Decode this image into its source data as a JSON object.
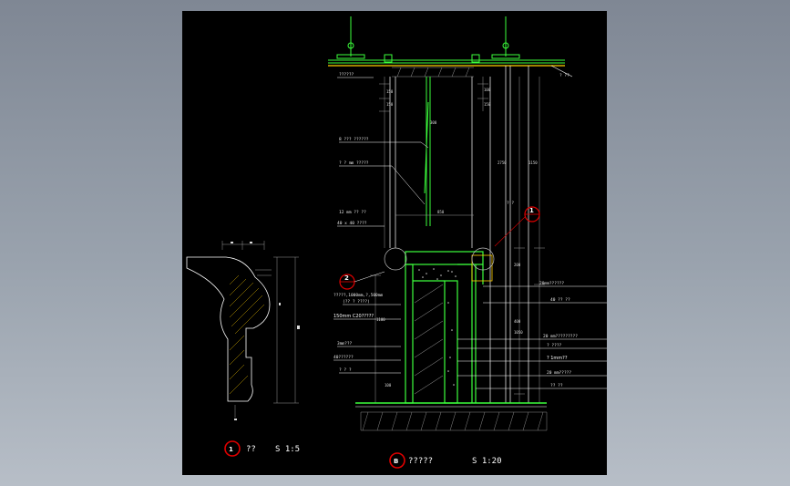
{
  "colors": {
    "viewport_bg": "#000000",
    "outline": "#ffffff",
    "structure": "#3cff3c",
    "accent": "#ffd000",
    "callout": "#e00000",
    "dim_line": "#9a9a9a"
  },
  "labels": {
    "top_note": "??????",
    "note_wall_1": "8 ??? ??????",
    "note_wall_2": "? ? mm ?????",
    "note_cap_1": "12 mm ?? ??",
    "note_cap_2": "40 x 40 ????",
    "note_bench_1": "?????,1000mm,?,500mm",
    "note_bench_2": "(?? ? ????)",
    "note_concrete": "150mm C20?????",
    "note_3mm": "3mm???",
    "note_40": "40??????",
    "note_plain": "? ? ?",
    "note_right_1": "20mm??????",
    "note_right_2": "40 ?? ??",
    "note_right_3": "20 mm?????????",
    "note_right_4": "? ????",
    "note_right_5": "? 1mm??",
    "note_right_6": "20 mm?????",
    "note_right_7": "?? ??",
    "note_side": "? ?",
    "note_corner": "? ??"
  },
  "dims": {
    "d150a": "150",
    "d150b": "150",
    "d100a": "100",
    "d300": "300",
    "d850": "850",
    "d150c": "150",
    "d200": "200",
    "d400": "400",
    "d1050": "1050",
    "d1150": "1150",
    "d2750": "2750",
    "d100b": "100",
    "d1100": "1100"
  },
  "markers": {
    "detail_a": "1",
    "detail_b": "2",
    "section": "B"
  },
  "captions": {
    "left_title": "??",
    "left_scale": "S  1:5",
    "right_title": "?????",
    "right_scale": "S  1:20"
  }
}
